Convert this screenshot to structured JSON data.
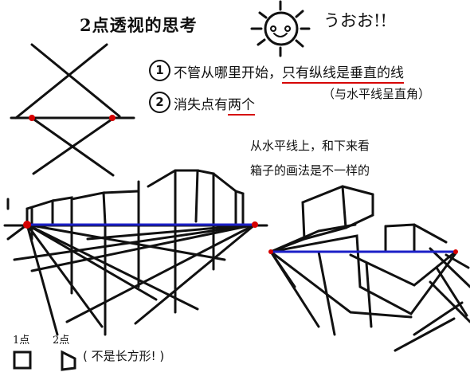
{
  "title": "2点透视的思考",
  "exclamation": "うおお!!",
  "points": [
    {
      "number": "1",
      "text_before": "不管从哪里开始，",
      "text_highlight": "只有纵线是垂直的线"
    },
    {
      "number": "2",
      "text_before": "消失点有",
      "text_highlight": "两个"
    }
  ],
  "parenthetical": "（与水平线呈直角）",
  "note_lines": [
    "从水平线上，和下来看",
    "箱子的画法是不一样的"
  ],
  "bottom": {
    "label_1pt": "1点",
    "label_2pt": "2点",
    "note": "( 不是长方形! )"
  },
  "colors": {
    "horizon": "#1b1fc7",
    "vanishing_point": "#d60000",
    "underline": "#d60000",
    "ink": "#111111"
  }
}
